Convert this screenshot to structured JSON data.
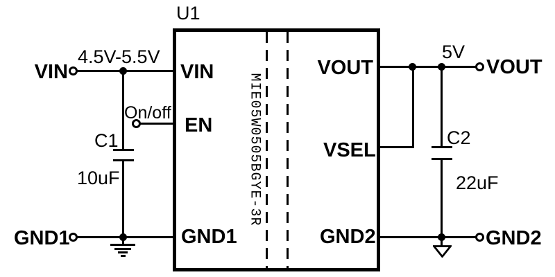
{
  "canvas": {
    "background": "#ffffff",
    "ink": "#000000"
  },
  "ic": {
    "refdes": "U1",
    "part_number": "MIE05W0505BGYE-3R",
    "pins": {
      "vin": "VIN",
      "en": "EN",
      "gnd1": "GND1",
      "vout": "VOUT",
      "vsel": "VSEL",
      "gnd2": "GND2"
    }
  },
  "terminals": {
    "vin": "VIN",
    "gnd1": "GND1",
    "vout": "VOUT",
    "gnd2": "GND2"
  },
  "nets": {
    "input_voltage_range": "4.5V-5.5V",
    "enable_label": "On/off",
    "output_voltage": "5V"
  },
  "components": {
    "c1": {
      "refdes": "C1",
      "value": "10uF"
    },
    "c2": {
      "refdes": "C2",
      "value": "22uF"
    }
  }
}
